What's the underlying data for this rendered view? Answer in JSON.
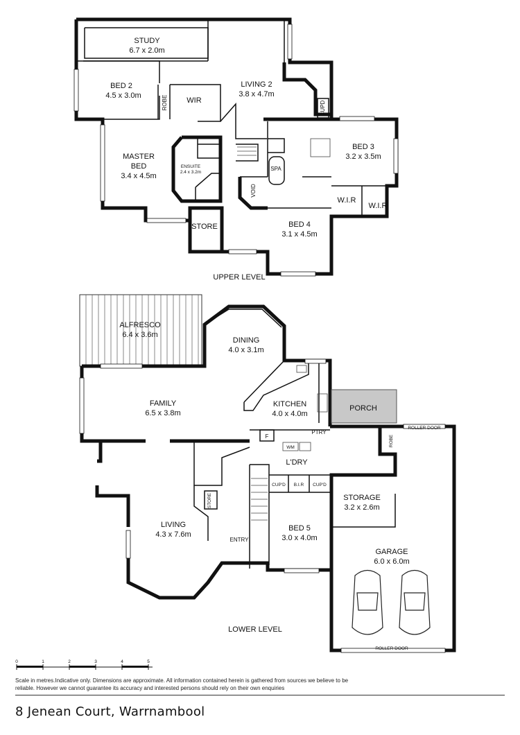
{
  "upper": {
    "level_label": "UPPER LEVEL",
    "study": {
      "name": "STUDY",
      "dims": "6.7 x 2.0m"
    },
    "bed2": {
      "name": "BED 2",
      "dims": "4.5 x 3.0m"
    },
    "robe": "ROBE",
    "wir": "WIR",
    "living2": {
      "name": "LIVING 2",
      "dims": "3.8 x 4.7m"
    },
    "cupd": "CUPD",
    "master": {
      "name1": "MASTER",
      "name2": "BED",
      "dims": "3.4 x 4.5m"
    },
    "ensuite": {
      "name": "ENSUITE",
      "dims": "2.4 x 3.2m"
    },
    "spa": "SPA",
    "void": "VOID",
    "bed3": {
      "name": "BED 3",
      "dims": "3.2 x 3.5m"
    },
    "wir1": "W.I.R",
    "wir2": "W.I.R",
    "store": "STORE",
    "bed4": {
      "name": "BED 4",
      "dims": "3.1 x 4.5m"
    }
  },
  "lower": {
    "level_label": "LOWER LEVEL",
    "alfresco": {
      "name": "ALFRESCO",
      "dims": "6.4 x 3.6m"
    },
    "dining": {
      "name": "DINING",
      "dims": "4.0 x 3.1m"
    },
    "family": {
      "name": "FAMILY",
      "dims": "6.5 x 3.8m"
    },
    "kitchen": {
      "name": "KITCHEN",
      "dims": "4.0 x 4.0m"
    },
    "porch": "PORCH",
    "fridge": "F",
    "ptry": "PTRY",
    "wm": "WM",
    "ldry": "L'DRY",
    "roller_door_top": "ROLLER DOOR",
    "robe": "ROBE",
    "cupd1": "CUP'D",
    "bir": "B.I.R",
    "cupd2": "CUP'D",
    "storage": {
      "name": "STORAGE",
      "dims": "3.2 x 2.6m"
    },
    "store": "STORE",
    "living": {
      "name": "LIVING",
      "dims": "4.3 x 7.6m"
    },
    "entry": "ENTRY",
    "bed5": {
      "name": "BED 5",
      "dims": "3.0 x 4.0m"
    },
    "garage": {
      "name": "GARAGE",
      "dims": "6.0 x 6.0m"
    },
    "roller_door_bottom": "ROLLER DOOR"
  },
  "scale": {
    "ticks": [
      "0",
      "1",
      "2",
      "3",
      "4",
      "5"
    ]
  },
  "disclaimer": "Scale in metres.Indicative only. Dimensions are approximate. All information contained herein is gathered from sources we believe to be reliable. However we cannot guarantee its accuracy and interested persons should rely on their own enquiries",
  "address": "8 Jenean Court, Warrnambool",
  "colors": {
    "porch": "#c8c8c8",
    "walls": "#111111"
  }
}
